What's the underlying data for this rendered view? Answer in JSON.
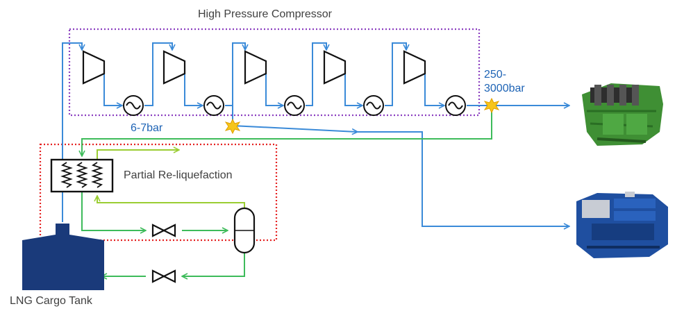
{
  "labels": {
    "compressor_title": "High Pressure Compressor",
    "high_pressure": "250-\n3000bar",
    "low_pressure": "6-7bar",
    "reliquefaction": "Partial Re-liquefaction",
    "cargo_tank": "LNG Cargo Tank"
  },
  "colors": {
    "compressor_box": "#8b3fc0",
    "reliquefaction_box": "#e52020",
    "gas_line": "#3a8ad8",
    "liquid_line": "#3dbb5a",
    "return_line": "#9acd32",
    "tank": "#1a3a7a",
    "engine_green": "#3f8f34",
    "engine_blue": "#1f4fa0",
    "junction": "#f6c51a",
    "symbol": "#111111"
  },
  "icons": [
    "compressor-stage-icon",
    "intercooler-icon",
    "heat-exchanger-icon",
    "valve-icon",
    "separator-icon",
    "junction-icon",
    "engine-icon",
    "tank-icon"
  ]
}
